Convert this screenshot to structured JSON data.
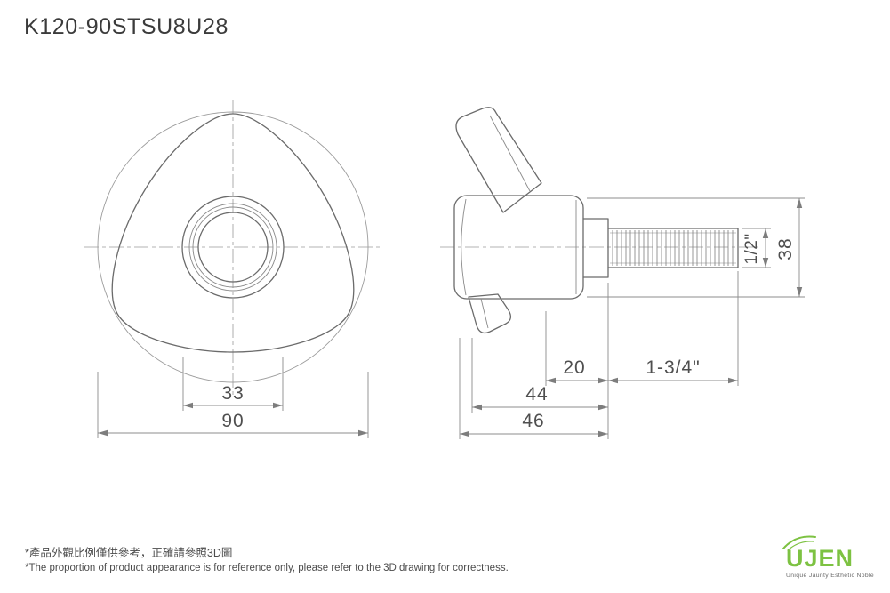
{
  "title": "K120-90STSU8U28",
  "front_view": {
    "dim_33": "33",
    "dim_90": "90"
  },
  "side_view": {
    "dim_20": "20",
    "dim_1_3_4": "1-3/4\"",
    "dim_44": "44",
    "dim_46": "46",
    "dim_half": "1/2\"",
    "dim_38": "38"
  },
  "notes": {
    "zh": "*產品外觀比例僅供參考，正確請參照3D圖",
    "en": "*The proportion of product appearance is for reference only, please refer to the 3D drawing for correctness."
  },
  "logo": {
    "name": "UJEN",
    "tagline": "Unique Jaunty Esthetic Noble",
    "brand_color": "#7dc242"
  },
  "colors": {
    "outline": "#6b6b6b",
    "dimension": "#8c8c8c",
    "text": "#4f4f4f"
  }
}
